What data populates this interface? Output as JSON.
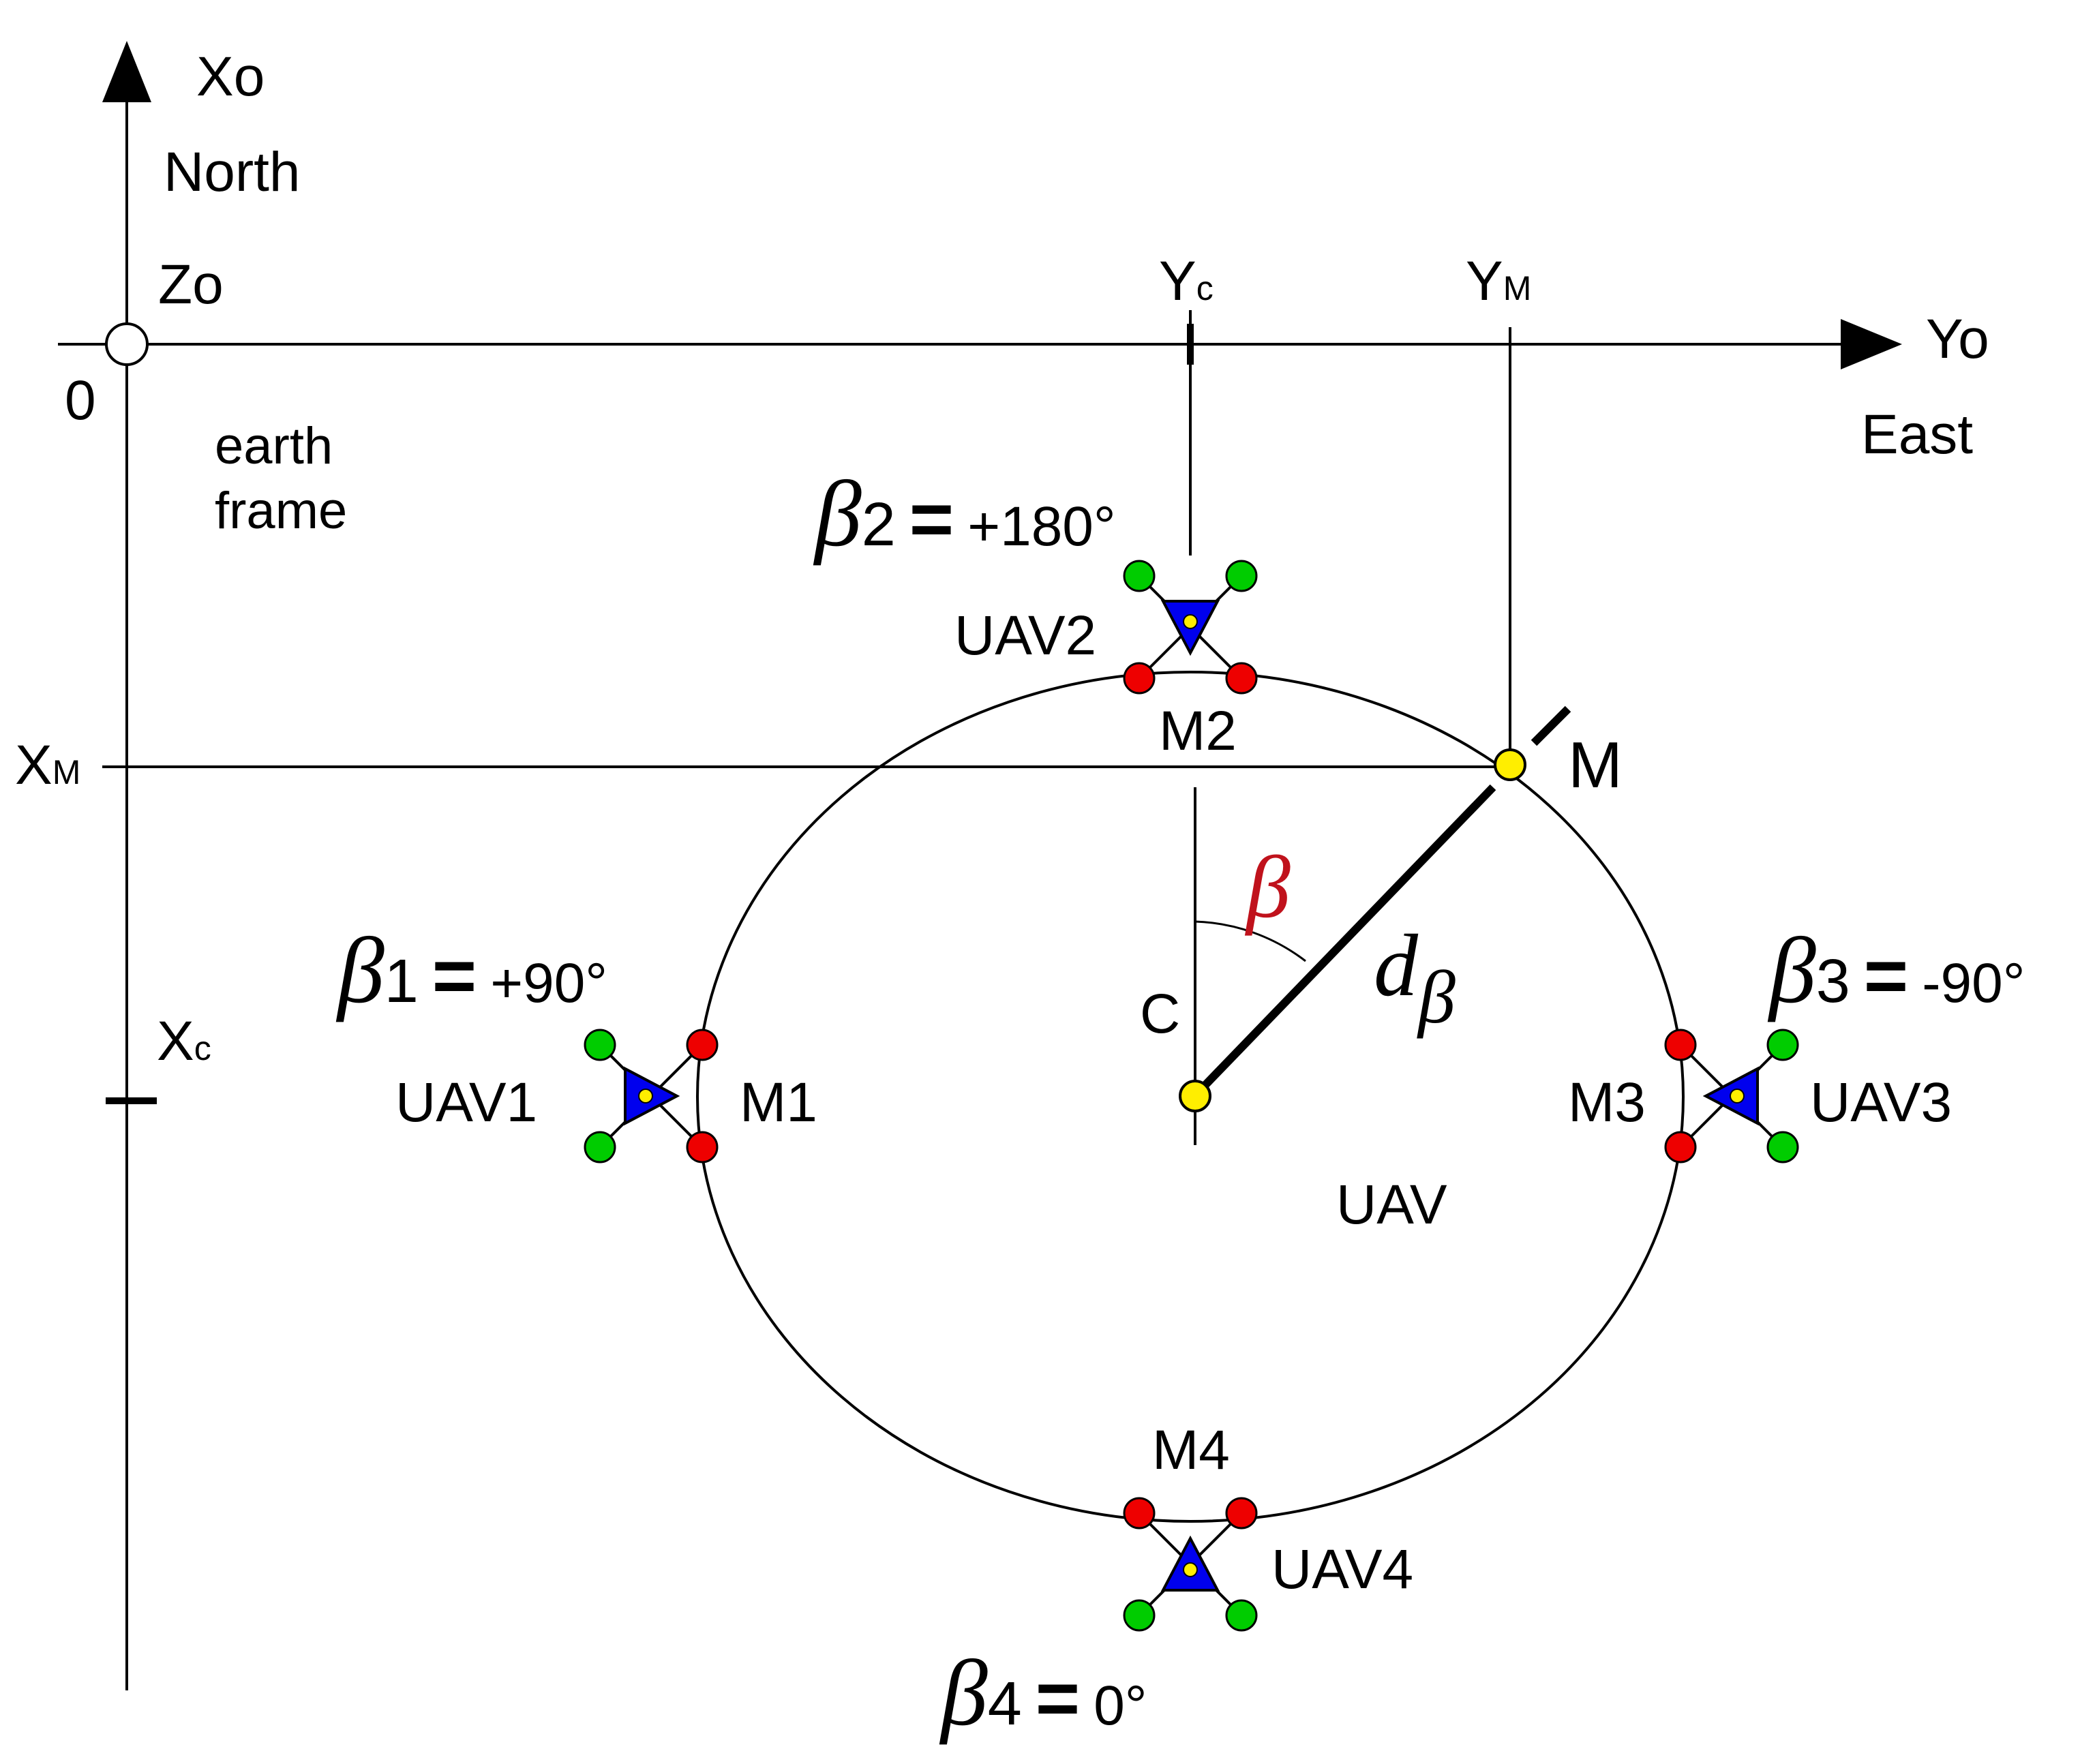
{
  "axes": {
    "vertical": {
      "name": "Xo",
      "direction": "North"
    },
    "horizontal": {
      "name": "Yo",
      "direction": "East"
    },
    "z_axis": "Zo",
    "origin": "0",
    "frame_label": {
      "line1": "earth",
      "line2": "frame"
    }
  },
  "markers": {
    "yc": {
      "main": "Y",
      "sub": "c"
    },
    "ym": {
      "main": "Y",
      "sub": "M"
    },
    "xm": {
      "main": "X",
      "sub": "M"
    },
    "xc": {
      "main": "X",
      "sub": "c"
    }
  },
  "points": {
    "center": "C",
    "m": "M",
    "uav_region": "UAV"
  },
  "angle": {
    "symbol": "β",
    "distance_main": "d",
    "distance_sub": "β"
  },
  "drones": [
    {
      "id": "UAV1",
      "marker": "M1",
      "beta_index": "1",
      "beta_value": "+90°"
    },
    {
      "id": "UAV2",
      "marker": "M2",
      "beta_index": "2",
      "beta_value": "+180°"
    },
    {
      "id": "UAV3",
      "marker": "M3",
      "beta_index": "3",
      "beta_value": "-90°"
    },
    {
      "id": "UAV4",
      "marker": "M4",
      "beta_index": "4",
      "beta_value": "0°"
    }
  ],
  "equals_sign": "=",
  "colors": {
    "uav_body": "#0000ee",
    "front_rotor": "#ee0000",
    "rear_rotor": "#00cc00",
    "point": "#ffee00",
    "beta_accent": "#c0121c"
  }
}
